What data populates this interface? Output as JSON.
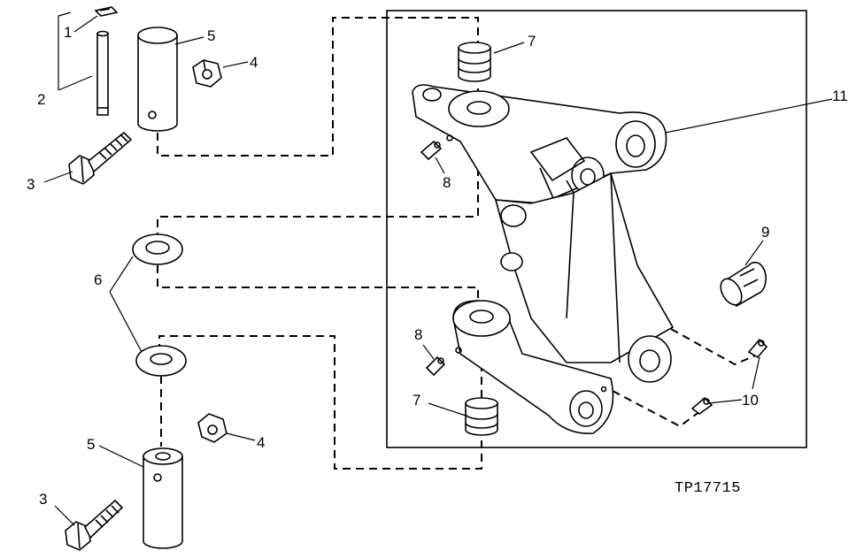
{
  "figure_id": "TP17715",
  "callouts": {
    "c1": "1",
    "c2": "2",
    "c3a": "3",
    "c3b": "3",
    "c4a": "4",
    "c4b": "4",
    "c5a": "5",
    "c5b": "5",
    "c6": "6",
    "c7a": "7",
    "c7b": "7",
    "c8a": "8",
    "c8b": "8",
    "c9": "9",
    "c10": "10",
    "c11": "11"
  }
}
